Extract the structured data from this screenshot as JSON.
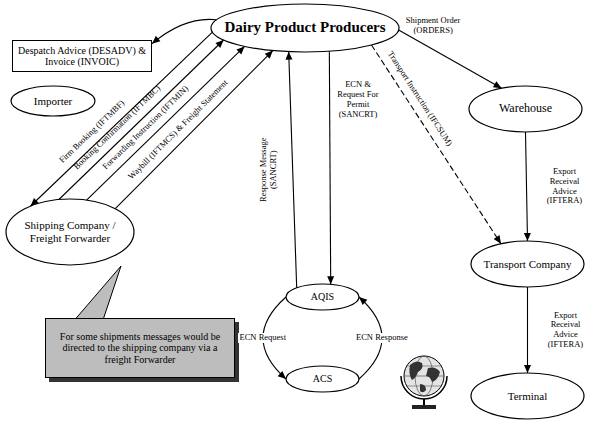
{
  "diagram": {
    "nodes": [
      {
        "text": [
          "Dairy Product Producers"
        ]
      },
      {
        "text": [
          "Despatch Advice (DESADV) & Invoice (INVOIC)"
        ]
      },
      {
        "text": [
          "Importer"
        ]
      },
      {
        "text": [
          "Shipping Company / Freight Forwarder"
        ]
      },
      {
        "text": [
          "Warehouse"
        ]
      },
      {
        "text": [
          "Transport Company"
        ]
      },
      {
        "text": [
          "Terminal"
        ]
      },
      {
        "text": [
          "AQIS"
        ]
      },
      {
        "text": [
          "ACS"
        ]
      },
      {
        "text": [
          "For some shipments messages would be directed to the shipping company via a freight Forwarder"
        ]
      }
    ],
    "edges": [
      {
        "from": 0,
        "to": 1,
        "arrow": "to"
      },
      {
        "from": 0,
        "to": 3,
        "label": "Firm Booking (IFTMBF)",
        "arrow": "to"
      },
      {
        "from": 3,
        "to": 0,
        "label": "Booking Confirmation (IFTMBC)",
        "arrow": "to"
      },
      {
        "from": 3,
        "to": 0,
        "label": "Forwarding Instruction (IFTMIN)",
        "arrow": "to"
      },
      {
        "from": 3,
        "to": 0,
        "label": "Waybill (IFTMCS) & Freight Statement",
        "arrow": "to"
      },
      {
        "from": 0,
        "to": 4,
        "label": "Shipment Order (ORDERS)",
        "arrow": "to"
      },
      {
        "from": 0,
        "to": 5,
        "label": "Transport Instruction (IFCSUM)",
        "arrow": "to"
      },
      {
        "from": 0,
        "to": 7,
        "label": "ECN & Request For Permit (SANCRT)",
        "arrow": "to"
      },
      {
        "from": 7,
        "to": 0,
        "label": "Response Message (SANCRT)",
        "arrow": "to"
      },
      {
        "from": 4,
        "to": 5,
        "label": "Export Receival Advice (IFTERA)",
        "arrow": "to"
      },
      {
        "from": 5,
        "to": 6,
        "label": "Export Receival Advice (IFTERA)",
        "arrow": "to"
      },
      {
        "from": 7,
        "to": 8,
        "label": "ECN Request",
        "arrow": "to"
      },
      {
        "from": 8,
        "to": 7,
        "label": "ECN Response",
        "arrow": "to"
      }
    ]
  }
}
